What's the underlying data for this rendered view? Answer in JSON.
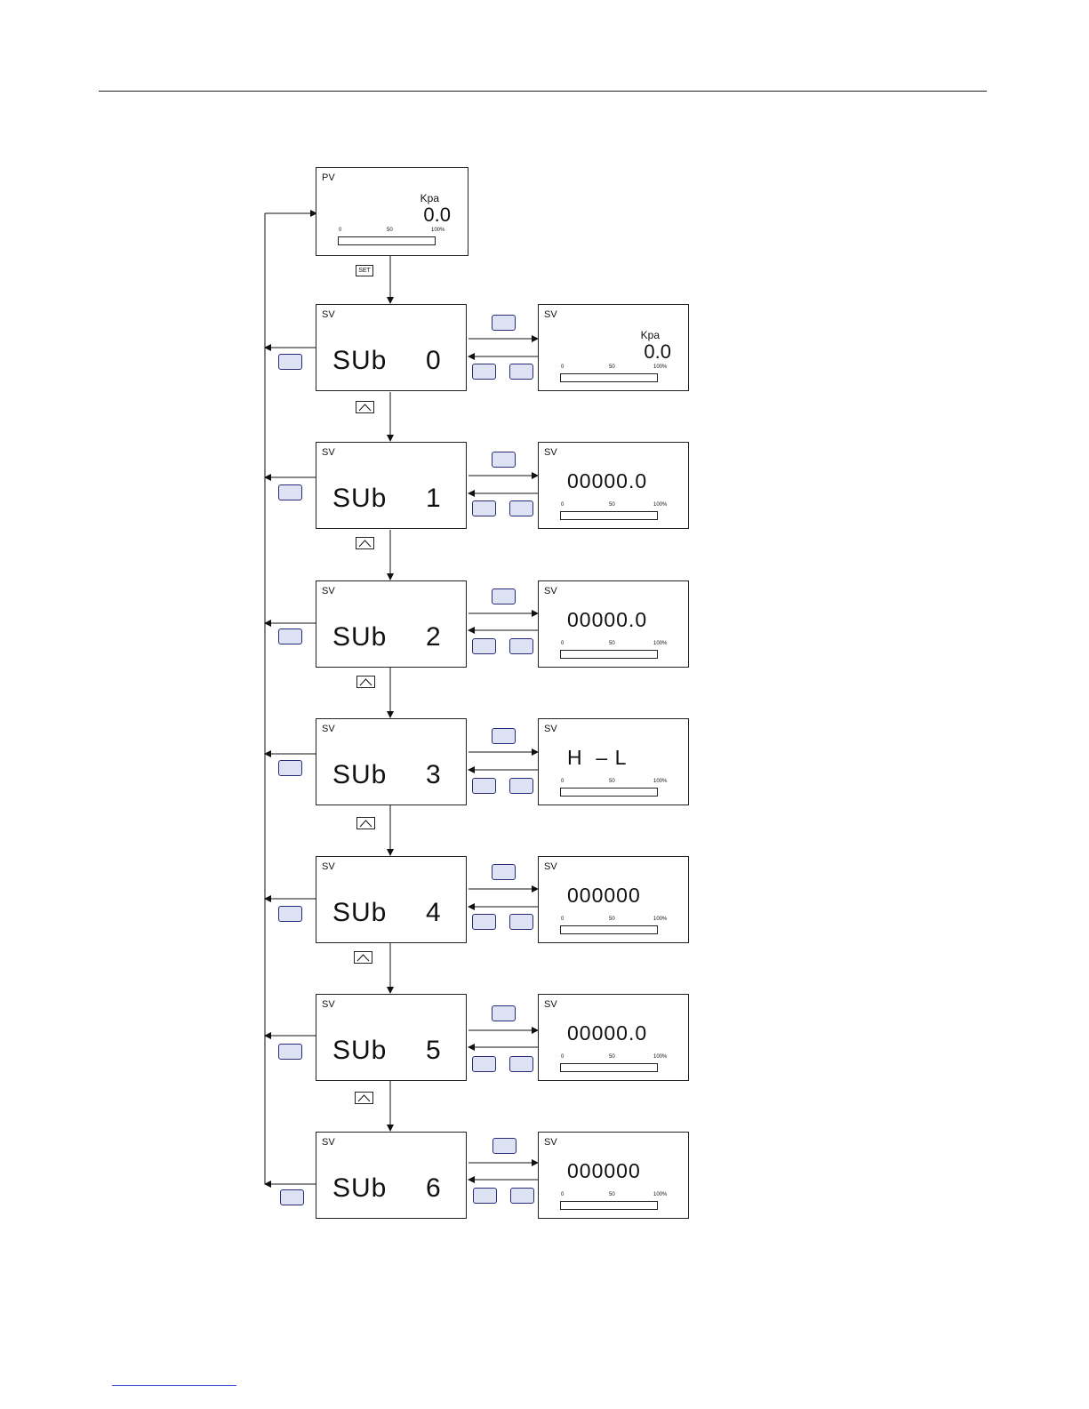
{
  "pv_screen": {
    "label": "PV",
    "unit": "Kpa",
    "value": "0.0",
    "ticks": [
      "0",
      "50",
      "100%"
    ]
  },
  "set_key_label": "SET",
  "sub_screens": [
    {
      "label": "SV",
      "text": "SUb",
      "num": "0"
    },
    {
      "label": "SV",
      "text": "SUb",
      "num": "1"
    },
    {
      "label": "SV",
      "text": "SUb",
      "num": "2"
    },
    {
      "label": "SV",
      "text": "SUb",
      "num": "3"
    },
    {
      "label": "SV",
      "text": "SUb",
      "num": "4"
    },
    {
      "label": "SV",
      "text": "SUb",
      "num": "5"
    },
    {
      "label": "SV",
      "text": "SUb",
      "num": "6"
    }
  ],
  "value_screens": [
    {
      "label": "SV",
      "unit": "Kpa",
      "value": "0.0",
      "ticks": [
        "0",
        "50",
        "100%"
      ]
    },
    {
      "label": "SV",
      "value": "00000.0",
      "ticks": [
        "0",
        "50",
        "100%"
      ]
    },
    {
      "label": "SV",
      "value": "00000.0",
      "ticks": [
        "0",
        "50",
        "100%"
      ]
    },
    {
      "label": "SV",
      "value": "H  – L",
      "ticks": [
        "0",
        "50",
        "100%"
      ]
    },
    {
      "label": "SV",
      "value": "000000",
      "ticks": [
        "0",
        "50",
        "100%"
      ]
    },
    {
      "label": "SV",
      "value": "00000.0",
      "ticks": [
        "0",
        "50",
        "100%"
      ]
    },
    {
      "label": "SV",
      "value": "000000",
      "ticks": [
        "0",
        "50",
        "100%"
      ]
    }
  ],
  "colors": {
    "key_fill": "#dde3f2",
    "key_border": "#2a2a7a",
    "line": "#111111"
  },
  "icons": {
    "up_key": "up-arrow-icon"
  }
}
